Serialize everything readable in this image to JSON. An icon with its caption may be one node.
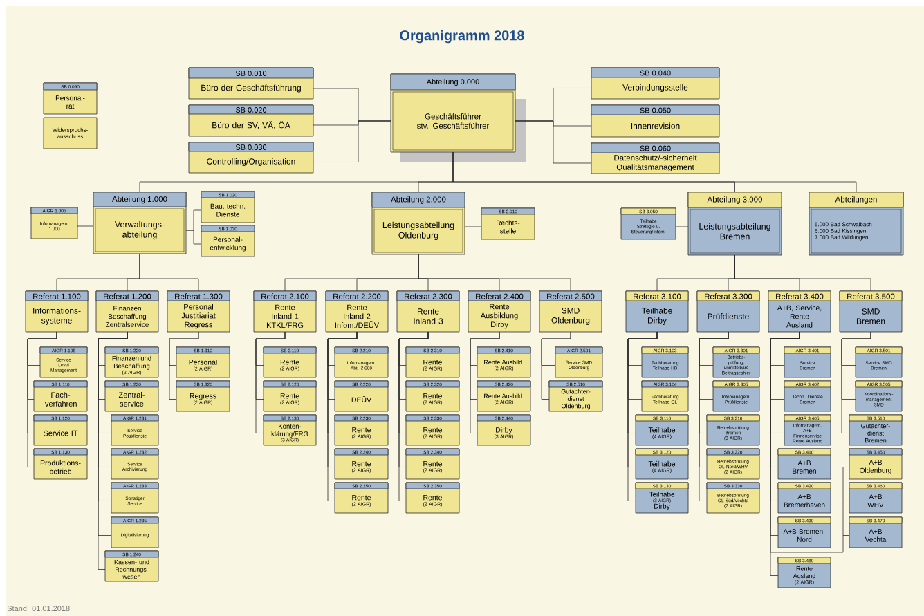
{
  "diagram": {
    "title": "Organigramm 2018",
    "caption": "Stand: 01.01.2018",
    "nodes": [
      {
        "text": [
          "SB 0.090",
          "Personal- rat"
        ]
      },
      {
        "text": [
          "Widerspruchs- ausschuss"
        ]
      },
      {
        "text": [
          "SB 0.010",
          "Büro der Geschäftsführung"
        ]
      },
      {
        "text": [
          "SB 0.020",
          "Büro der SV, VÄ, ÖA"
        ]
      },
      {
        "text": [
          "SB 0.030",
          "Controlling/Organisation"
        ]
      },
      {
        "text": [
          "Abteilung 0.000",
          "Geschäftsführer stv. Geschäftsführer"
        ]
      },
      {
        "text": [
          "SB 0.040",
          "Verbindungsstelle"
        ]
      },
      {
        "text": [
          "SB 0.050",
          "Innenrevision"
        ]
      },
      {
        "text": [
          "SB 0.060",
          "Datenschutz/-sicherheit Qualitätsmanagement"
        ]
      },
      {
        "text": [
          "AIGR 1.005",
          "Infomanagem. 1.000"
        ]
      },
      {
        "text": [
          "Abteilung 1.000",
          "Verwaltungs- abteilung"
        ]
      },
      {
        "text": [
          "SB 1.020",
          "Bau, techn. Dienste"
        ]
      },
      {
        "text": [
          "SB 1.030",
          "Personal- entwicklung"
        ]
      },
      {
        "text": [
          "Abteilung 2.000",
          "Leistungsabteilung Oldenburg"
        ]
      },
      {
        "text": [
          "SB 2.010",
          "Rechts- stelle"
        ]
      },
      {
        "text": [
          "SB 3.050",
          "Teilhabe Strategie u. Steuerung/Infom."
        ]
      },
      {
        "text": [
          "Abteilung 3.000",
          "Leistungsabteilung Bremen"
        ]
      },
      {
        "text": [
          "Abteilungen",
          "5.000 Bad Schwalbach",
          "6.000 Bad Kissingen",
          "7.000 Bad Wildungen"
        ]
      },
      {
        "text": [
          "Referat 1.100",
          "Informations- systeme"
        ]
      },
      {
        "text": [
          "Referat 1.200",
          "Finanzen Beschaffung Zentralservice"
        ]
      },
      {
        "text": [
          "Referat 1.300",
          "Personal Justitiariat Regress"
        ]
      },
      {
        "text": [
          "Referat 2.100",
          "Rente Inland 1 KTKL/FRG"
        ]
      },
      {
        "text": [
          "Referat 2.200",
          "Rente Inland 2 Infom./DEÜV"
        ]
      },
      {
        "text": [
          "Referat 2.300",
          "Rente Inland 3"
        ]
      },
      {
        "text": [
          "Referat 2.400",
          "Rente Ausbildung Dirby"
        ]
      },
      {
        "text": [
          "Referat 2.500",
          "SMD Oldenburg"
        ]
      },
      {
        "text": [
          "Referat 3.100",
          "Teilhabe Dirby"
        ]
      },
      {
        "text": [
          "Referat 3.300",
          "Prüfdienste"
        ]
      },
      {
        "text": [
          "Referat 3.400",
          "A+B, Service, Rente Ausland"
        ]
      },
      {
        "text": [
          "Referat 3.500",
          "SMD Bremen"
        ]
      },
      {
        "text": [
          "AIGR 1.105",
          "Service Level Management"
        ]
      },
      {
        "text": [
          "SB 1.110",
          "Fach- verfahren"
        ]
      },
      {
        "text": [
          "SB 1.120",
          "Service IT"
        ]
      },
      {
        "text": [
          "SB 1.130",
          "Produktions- betrieb"
        ]
      },
      {
        "text": [
          "SB 1.220",
          "Finanzen und Beschaffung",
          "(2 AIGR)"
        ]
      },
      {
        "text": [
          "SB 1.230",
          "Zentral- service"
        ]
      },
      {
        "text": [
          "AIGR 1.231",
          "Service Postdienste"
        ]
      },
      {
        "text": [
          "AIGR 1.232",
          "Service Archivierung"
        ]
      },
      {
        "text": [
          "AIGR 1.233",
          "Sonstiger Service"
        ]
      },
      {
        "text": [
          "AIGR 1.235",
          "Digitalisierung"
        ]
      },
      {
        "text": [
          "SB 1.240",
          "Kassen- und Rechnungs- wesen"
        ]
      },
      {
        "text": [
          "SB 1.310",
          "Personal",
          "(2 AIGR)"
        ]
      },
      {
        "text": [
          "SB 1.320",
          "Regress",
          "(2 AIGR)"
        ]
      },
      {
        "text": [
          "SB 2.110",
          "Rente",
          "(2 AIGR)"
        ]
      },
      {
        "text": [
          "SB 2.120",
          "Rente",
          "(2 AIGR)"
        ]
      },
      {
        "text": [
          "SB 2.130",
          "Konten- klärung/FRG",
          "(3 AIGR)"
        ]
      },
      {
        "text": [
          "SB 2.210",
          "Infomanagem. Abt. 2.000"
        ]
      },
      {
        "text": [
          "SB 2.220",
          "DEÜV"
        ]
      },
      {
        "text": [
          "SB 2.230",
          "Rente",
          "(2 AIGR)"
        ]
      },
      {
        "text": [
          "SB 2.240",
          "Rente",
          "(2 AIGR)"
        ]
      },
      {
        "text": [
          "SB 2.250",
          "Rente",
          "(2 AIGR)"
        ]
      },
      {
        "text": [
          "SB 2.310",
          "Rente",
          "(2 AIGR)"
        ]
      },
      {
        "text": [
          "SB 2.320",
          "Rente",
          "(2 AIGR)"
        ]
      },
      {
        "text": [
          "SB 2.330",
          "Rente",
          "(2 AIGR)"
        ]
      },
      {
        "text": [
          "SB 2.340",
          "Rente",
          "(2 AIGR)"
        ]
      },
      {
        "text": [
          "SB 2.350",
          "Rente",
          "(2 AIGR)"
        ]
      },
      {
        "text": [
          "SB 2.410",
          "Rente Ausbild.",
          "(2 AIGR)"
        ]
      },
      {
        "text": [
          "SB 2.420",
          "Rente Ausbild.",
          "(2 AIGR)"
        ]
      },
      {
        "text": [
          "SB 2.440",
          "Dirby",
          "(3 AIGR)"
        ]
      },
      {
        "text": [
          "AIGR 2.501",
          "Service SMD Oldenburg"
        ]
      },
      {
        "text": [
          "SB 2.510",
          "Gutachter- dienst Oldenburg"
        ]
      },
      {
        "text": [
          "AIGR 3.103",
          "Fachberatung Teilhabe HB"
        ]
      },
      {
        "text": [
          "AIGR 3.104",
          "Fachberatung Teilhabe OL"
        ]
      },
      {
        "text": [
          "SB 3.110",
          "Teilhabe",
          "(4 AIGR)"
        ]
      },
      {
        "text": [
          "SB 3.120",
          "Teilhabe",
          "(4 AIGR)"
        ]
      },
      {
        "text": [
          "SB 3.130",
          "Teilhabe",
          "(3 AIGR)",
          "Dirby"
        ]
      },
      {
        "text": [
          "AIGR 3.301",
          "Betriebs- prüfung, unmittelbare Beitragszahler"
        ]
      },
      {
        "text": [
          "AIGR 3.305",
          "Infomanagem. Prüfdienste"
        ]
      },
      {
        "text": [
          "SB 3.310",
          "Betriebsprüfung Bremen",
          "(3 AIGR)"
        ]
      },
      {
        "text": [
          "SB 3.320",
          "Betriebsprüfung OL-Nord/WHV",
          "(2 AIGR)"
        ]
      },
      {
        "text": [
          "SB 3.330",
          "Betriebsprüfung OL-Süd/Vechta",
          "(2 AIGR)"
        ]
      },
      {
        "text": [
          "AIGR 3.401",
          "Service Bremen"
        ]
      },
      {
        "text": [
          "AIGR 3.402",
          "Techn. Dienste Bremen"
        ]
      },
      {
        "text": [
          "AIGR 3.405",
          "Infomanagem. A+B Firmenservice Rente Ausland"
        ]
      },
      {
        "text": [
          "SB 3.410",
          "A+B Bremen"
        ]
      },
      {
        "text": [
          "SB 3.420",
          "A+B Bremerhaven"
        ]
      },
      {
        "text": [
          "SB 3.430",
          "A+B Bremen-Nord"
        ]
      },
      {
        "text": [
          "SB 3.480",
          "Rente Ausland",
          "(2 AIGR)"
        ]
      },
      {
        "text": [
          "AIGR 3.501",
          "Service SMD Bremen"
        ]
      },
      {
        "text": [
          "AIGR 3.505",
          "Koordinations- management SMD"
        ]
      },
      {
        "text": [
          "SB 3.510",
          "Gutachter- dienst Bremen"
        ]
      },
      {
        "text": [
          "SB 3.450",
          "A+B Oldenburg"
        ]
      },
      {
        "text": [
          "SB 3.460",
          "A+B WHV"
        ]
      },
      {
        "text": [
          "SB 3.470",
          "A+B Vechta"
        ]
      }
    ],
    "edges": [
      {
        "from": 5,
        "to": 2,
        "arrow": "none"
      },
      {
        "from": 5,
        "to": 3,
        "arrow": "none"
      },
      {
        "from": 5,
        "to": 4,
        "arrow": "none"
      },
      {
        "from": 5,
        "to": 6,
        "arrow": "none"
      },
      {
        "from": 5,
        "to": 7,
        "arrow": "none"
      },
      {
        "from": 5,
        "to": 8,
        "arrow": "none"
      },
      {
        "from": 5,
        "to": 10,
        "arrow": "none"
      },
      {
        "from": 5,
        "to": 13,
        "arrow": "none"
      },
      {
        "from": 5,
        "to": 16,
        "arrow": "none"
      },
      {
        "from": 5,
        "to": 17,
        "arrow": "none"
      },
      {
        "from": 10,
        "to": 9,
        "arrow": "none"
      },
      {
        "from": 10,
        "to": 11,
        "arrow": "none"
      },
      {
        "from": 10,
        "to": 12,
        "arrow": "none"
      },
      {
        "from": 13,
        "to": 14,
        "arrow": "none"
      },
      {
        "from": 16,
        "to": 15,
        "arrow": "none"
      },
      {
        "from": 10,
        "to": 18,
        "arrow": "none"
      },
      {
        "from": 10,
        "to": 19,
        "arrow": "none"
      },
      {
        "from": 10,
        "to": 20,
        "arrow": "none"
      },
      {
        "from": 13,
        "to": 21,
        "arrow": "none"
      },
      {
        "from": 13,
        "to": 22,
        "arrow": "none"
      },
      {
        "from": 13,
        "to": 23,
        "arrow": "none"
      },
      {
        "from": 13,
        "to": 24,
        "arrow": "none"
      },
      {
        "from": 13,
        "to": 25,
        "arrow": "none"
      },
      {
        "from": 16,
        "to": 26,
        "arrow": "none"
      },
      {
        "from": 16,
        "to": 27,
        "arrow": "none"
      },
      {
        "from": 16,
        "to": 28,
        "arrow": "none"
      },
      {
        "from": 16,
        "to": 29,
        "arrow": "none"
      },
      {
        "from": 18,
        "to": 30,
        "arrow": "none"
      },
      {
        "from": 18,
        "to": 31,
        "arrow": "none"
      },
      {
        "from": 18,
        "to": 32,
        "arrow": "none"
      },
      {
        "from": 18,
        "to": 33,
        "arrow": "none"
      },
      {
        "from": 19,
        "to": 34,
        "arrow": "none"
      },
      {
        "from": 19,
        "to": 35,
        "arrow": "none"
      },
      {
        "from": 19,
        "to": 36,
        "arrow": "none"
      },
      {
        "from": 19,
        "to": 37,
        "arrow": "none"
      },
      {
        "from": 19,
        "to": 38,
        "arrow": "none"
      },
      {
        "from": 19,
        "to": 39,
        "arrow": "none"
      },
      {
        "from": 19,
        "to": 40,
        "arrow": "none"
      },
      {
        "from": 20,
        "to": 41,
        "arrow": "none"
      },
      {
        "from": 20,
        "to": 42,
        "arrow": "none"
      },
      {
        "from": 21,
        "to": 43,
        "arrow": "none"
      },
      {
        "from": 21,
        "to": 44,
        "arrow": "none"
      },
      {
        "from": 21,
        "to": 45,
        "arrow": "none"
      },
      {
        "from": 22,
        "to": 46,
        "arrow": "none"
      },
      {
        "from": 22,
        "to": 47,
        "arrow": "none"
      },
      {
        "from": 22,
        "to": 48,
        "arrow": "none"
      },
      {
        "from": 22,
        "to": 49,
        "arrow": "none"
      },
      {
        "from": 22,
        "to": 50,
        "arrow": "none"
      },
      {
        "from": 23,
        "to": 51,
        "arrow": "none"
      },
      {
        "from": 23,
        "to": 52,
        "arrow": "none"
      },
      {
        "from": 23,
        "to": 53,
        "arrow": "none"
      },
      {
        "from": 23,
        "to": 54,
        "arrow": "none"
      },
      {
        "from": 23,
        "to": 55,
        "arrow": "none"
      },
      {
        "from": 24,
        "to": 56,
        "arrow": "none"
      },
      {
        "from": 24,
        "to": 57,
        "arrow": "none"
      },
      {
        "from": 24,
        "to": 58,
        "arrow": "none"
      },
      {
        "from": 25,
        "to": 59,
        "arrow": "none"
      },
      {
        "from": 25,
        "to": 60,
        "arrow": "none"
      },
      {
        "from": 26,
        "to": 61,
        "arrow": "none"
      },
      {
        "from": 26,
        "to": 62,
        "arrow": "none"
      },
      {
        "from": 26,
        "to": 63,
        "arrow": "none"
      },
      {
        "from": 26,
        "to": 64,
        "arrow": "none"
      },
      {
        "from": 26,
        "to": 65,
        "arrow": "none"
      },
      {
        "from": 27,
        "to": 66,
        "arrow": "none"
      },
      {
        "from": 27,
        "to": 67,
        "arrow": "none"
      },
      {
        "from": 27,
        "to": 68,
        "arrow": "none"
      },
      {
        "from": 27,
        "to": 69,
        "arrow": "none"
      },
      {
        "from": 27,
        "to": 70,
        "arrow": "none"
      },
      {
        "from": 28,
        "to": 71,
        "arrow": "none"
      },
      {
        "from": 28,
        "to": 72,
        "arrow": "none"
      },
      {
        "from": 28,
        "to": 73,
        "arrow": "none"
      },
      {
        "from": 28,
        "to": 74,
        "arrow": "none"
      },
      {
        "from": 28,
        "to": 75,
        "arrow": "none"
      },
      {
        "from": 28,
        "to": 76,
        "arrow": "none"
      },
      {
        "from": 28,
        "to": 77,
        "arrow": "none"
      },
      {
        "from": 29,
        "to": 78,
        "arrow": "none"
      },
      {
        "from": 29,
        "to": 79,
        "arrow": "none"
      },
      {
        "from": 29,
        "to": 80,
        "arrow": "none"
      },
      {
        "from": 28,
        "to": 81,
        "arrow": "none"
      },
      {
        "from": 28,
        "to": 82,
        "arrow": "none"
      },
      {
        "from": 28,
        "to": 83,
        "arrow": "none"
      }
    ]
  }
}
